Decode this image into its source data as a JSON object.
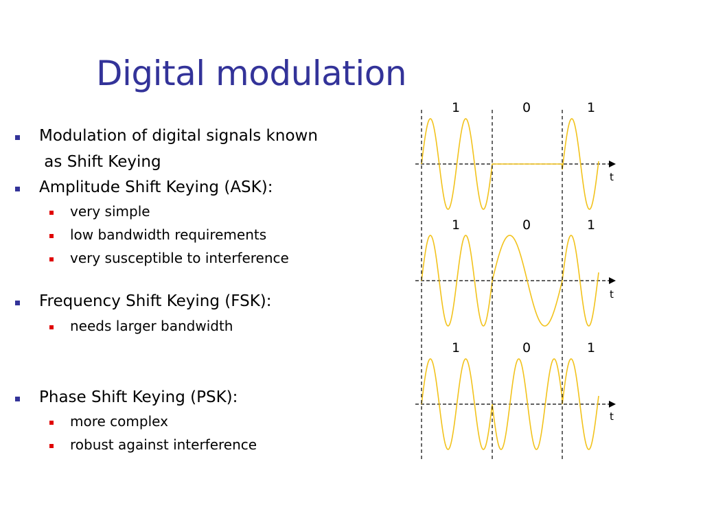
{
  "title": "Digital modulation",
  "bullets": [
    {
      "level": 1,
      "lines": [
        "Modulation of digital signals known",
        " as Shift Keying"
      ]
    },
    {
      "level": 1,
      "lines": [
        "Amplitude Shift Keying (ASK):"
      ]
    },
    {
      "level": 2,
      "lines": [
        "very simple"
      ]
    },
    {
      "level": 2,
      "lines": [
        "low bandwidth requirements"
      ]
    },
    {
      "level": 2,
      "lines": [
        "very susceptible to interference"
      ]
    },
    {
      "level": 1,
      "lines": [
        "Frequency Shift Keying (FSK):"
      ]
    },
    {
      "level": 2,
      "lines": [
        "needs larger bandwidth"
      ]
    },
    {
      "level": 1,
      "lines": [
        "Phase Shift Keying (PSK):"
      ]
    },
    {
      "level": 2,
      "lines": [
        "more complex"
      ]
    },
    {
      "level": 2,
      "lines": [
        "robust against interference"
      ]
    }
  ],
  "waveforms": [
    {
      "scheme": "ASK",
      "bits": [
        "1",
        "0",
        "1"
      ],
      "axis_label": "t"
    },
    {
      "scheme": "FSK",
      "bits": [
        "1",
        "0",
        "1"
      ],
      "axis_label": "t"
    },
    {
      "scheme": "PSK",
      "bits": [
        "1",
        "0",
        "1"
      ],
      "axis_label": "t"
    }
  ],
  "colors": {
    "title": "#333399",
    "bullet_level1": "#333399",
    "bullet_level2": "#e00000",
    "wave": "#f2c21b",
    "dashed": "#000000"
  }
}
